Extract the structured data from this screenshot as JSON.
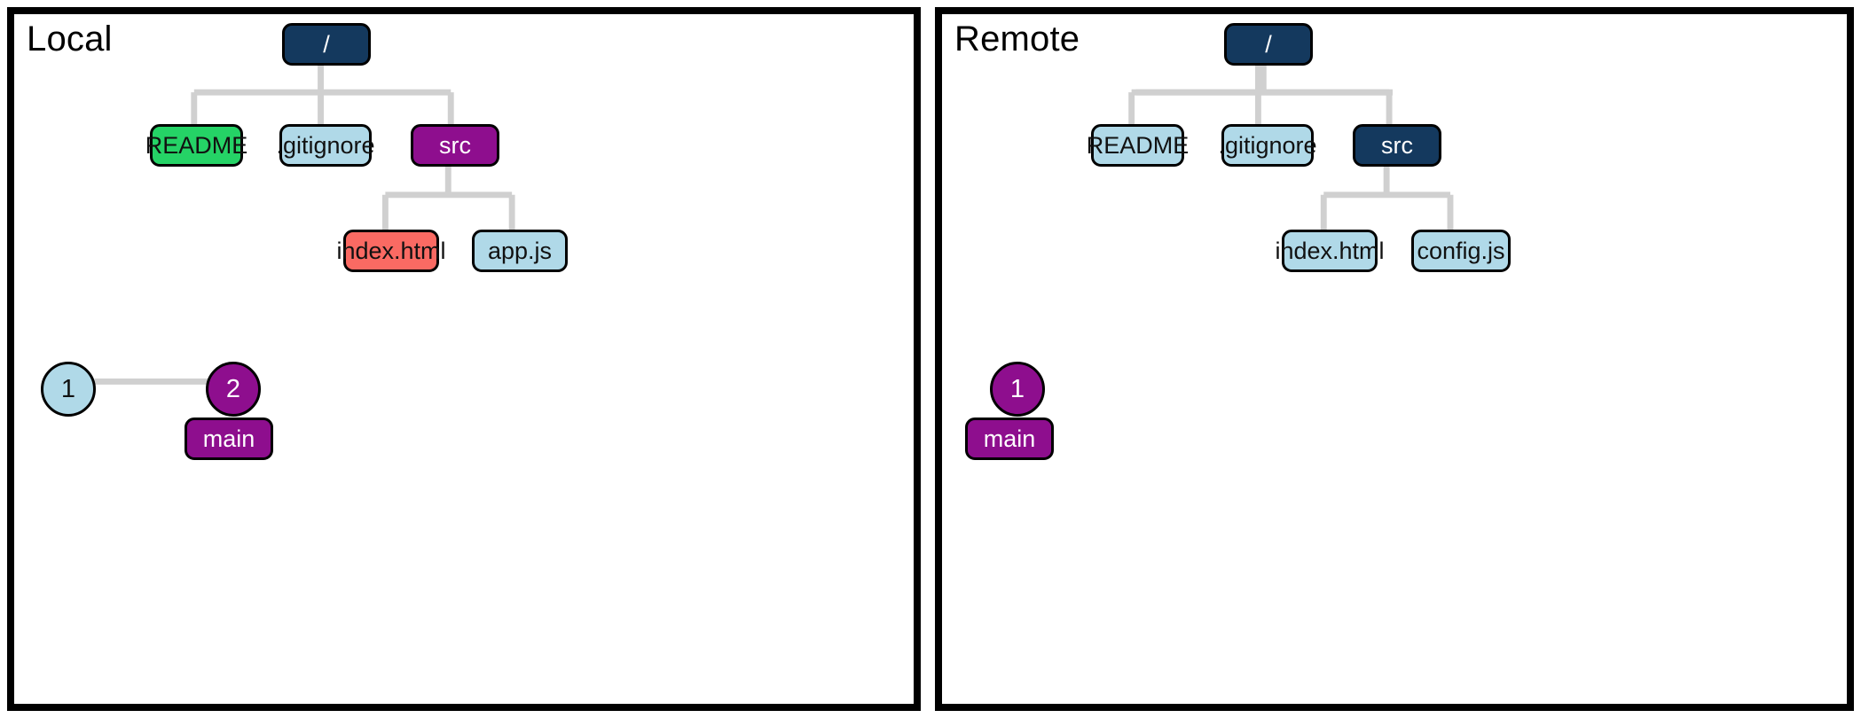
{
  "panels": [
    {
      "id": "local",
      "title": "Local",
      "tree": {
        "root": {
          "label": "/",
          "color": "dark"
        },
        "children": [
          {
            "label": "README",
            "color": "green"
          },
          {
            "label": ".gitignore",
            "color": "blue"
          },
          {
            "label": "src",
            "color": "purple",
            "children": [
              {
                "label": "index.html",
                "color": "red"
              },
              {
                "label": "app.js",
                "color": "blue"
              }
            ]
          }
        ]
      },
      "commits": [
        {
          "id": "1",
          "label": "1",
          "color": "blue"
        },
        {
          "id": "2",
          "label": "2",
          "color": "purple"
        }
      ],
      "commit_edges": [
        {
          "from": "1",
          "to": "2"
        }
      ],
      "branch": {
        "label": "main",
        "color": "purple",
        "at": "2"
      }
    },
    {
      "id": "remote",
      "title": "Remote",
      "tree": {
        "root": {
          "label": "/",
          "color": "dark"
        },
        "children": [
          {
            "label": "README",
            "color": "blue"
          },
          {
            "label": ".gitignore",
            "color": "blue"
          },
          {
            "label": "src",
            "color": "dark",
            "children": [
              {
                "label": "index.html",
                "color": "blue"
              },
              {
                "label": "config.js",
                "color": "blue"
              }
            ]
          }
        ]
      },
      "commits": [
        {
          "id": "1",
          "label": "1",
          "color": "purple"
        }
      ],
      "commit_edges": [],
      "branch": {
        "label": "main",
        "color": "purple",
        "at": "1"
      }
    }
  ],
  "colors": {
    "node_dark": "#14395e",
    "node_blue": "#b0d9e8",
    "node_green": "#25d366",
    "node_red": "#fa6a63",
    "node_purple": "#8e0e8e",
    "edge": "#d0d0d0",
    "border": "#000000",
    "background": "#ffffff"
  }
}
